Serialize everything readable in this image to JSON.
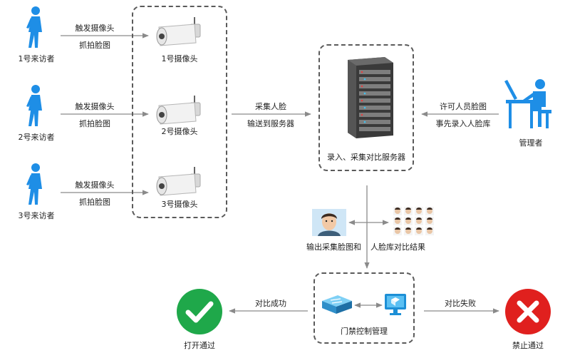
{
  "visitors": [
    {
      "label": "1号来访者",
      "trigger": "触发摄像头",
      "capture": "抓拍脸图",
      "camera": "1号摄像头"
    },
    {
      "label": "2号来访者",
      "trigger": "触发摄像头",
      "capture": "抓拍脸图",
      "camera": "2号摄像头"
    },
    {
      "label": "3号来访者",
      "trigger": "触发摄像头",
      "capture": "抓拍脸图",
      "camera": "3号摄像头"
    }
  ],
  "flow_to_server": {
    "line1": "采集人脸",
    "line2": "输送到服务器"
  },
  "server": {
    "label": "录入、采集对比服务器"
  },
  "admin": {
    "label": "管理者",
    "line1": "许可人员脸图",
    "line2": "事先录入人脸库"
  },
  "compare": {
    "left": "输出采集脸图和",
    "right": "人脸库对比结果"
  },
  "access": {
    "label": "门禁控制管理"
  },
  "success": {
    "edge": "对比成功",
    "label": "打开通过",
    "color": "#1fa84a"
  },
  "fail": {
    "edge": "对比失败",
    "label": "禁止通过",
    "color": "#e0201e"
  },
  "colors": {
    "person": "#1e8ee6",
    "arrow": "#8a8a8a",
    "box_border": "#5a5a5a"
  }
}
